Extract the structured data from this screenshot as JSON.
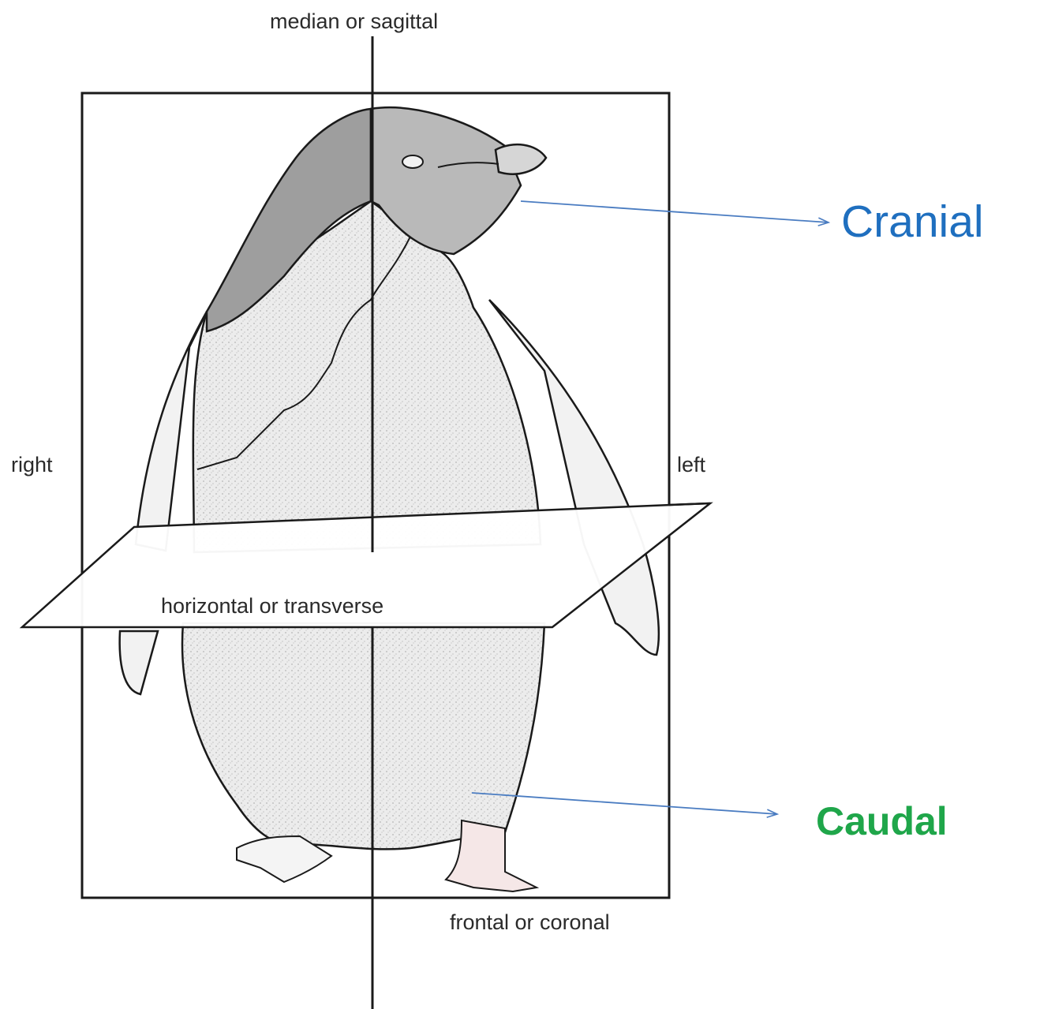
{
  "planes": {
    "median": "median or sagittal",
    "right": "right",
    "left": "left",
    "horizontal": "horizontal or transverse",
    "frontal": "frontal or coronal"
  },
  "callouts": {
    "cranial": {
      "text": "Cranial",
      "color": "#1f6fbf"
    },
    "caudal": {
      "text": "Caudal",
      "color": "#1fa64a"
    }
  },
  "colors": {
    "line": "#1a1a1a",
    "body_stipple": "#e3e3e3",
    "head_shade": "#b9b9b9",
    "arrow": "#4a7cc1"
  }
}
